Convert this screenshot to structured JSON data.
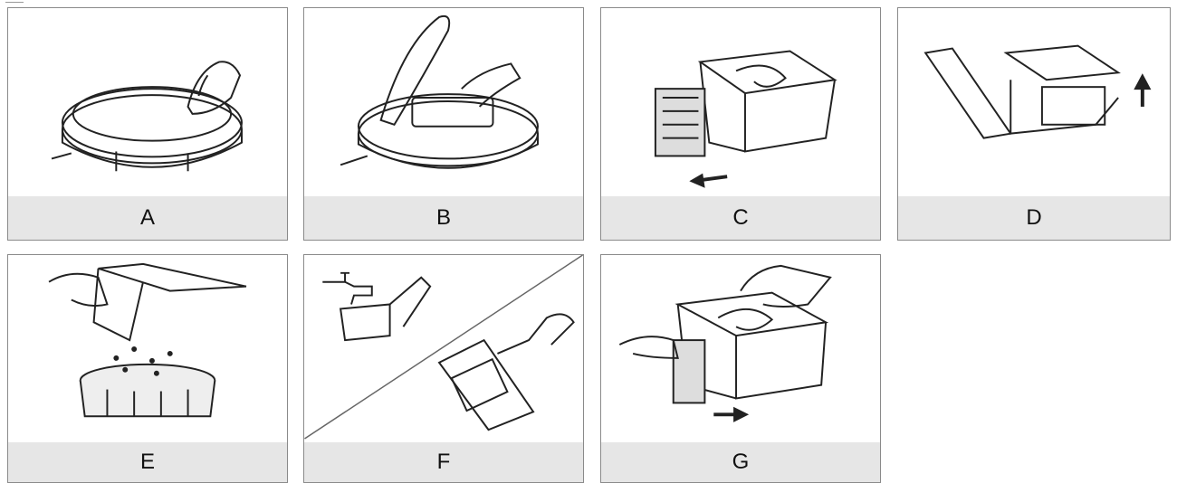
{
  "panels": [
    {
      "id": "a",
      "label": "A"
    },
    {
      "id": "b",
      "label": "B"
    },
    {
      "id": "c",
      "label": "C"
    },
    {
      "id": "d",
      "label": "D"
    },
    {
      "id": "e",
      "label": "E"
    },
    {
      "id": "f",
      "label": "F"
    },
    {
      "id": "g",
      "label": "G"
    }
  ],
  "colors": {
    "border": "#8a8a8a",
    "caption_bg": "#e6e6e6",
    "ink": "#222222"
  }
}
